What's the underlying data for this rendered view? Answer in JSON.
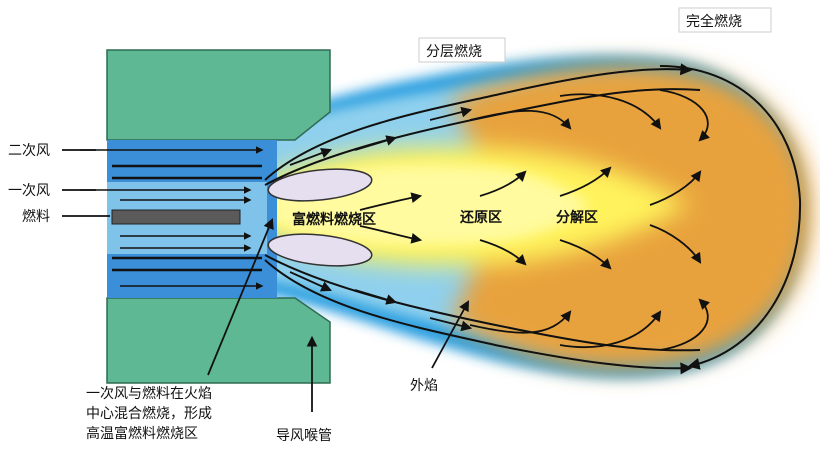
{
  "labels": {
    "secondary_air": "二次风",
    "primary_air": "一次风",
    "fuel": "燃料",
    "fuel_rich_zone": "富燃料燃烧区",
    "reduction_zone": "还原区",
    "decomposition_zone": "分解区",
    "staged_combustion": "分层燃烧",
    "complete_combustion": "完全燃烧",
    "outer_flame": "外焰",
    "throat": "导风喉管",
    "note_lines": [
      "一次风与燃料在火焰",
      "中心混合燃烧，形成",
      "高温富燃料燃烧区"
    ]
  },
  "colors": {
    "burner_body": "#5fb894",
    "outer_air": "#2a9fe0",
    "flame_yellow": "#fff35c",
    "flame_orange": "#e8a23c",
    "fuel_pipe": "#5a5a5a",
    "lobe_fill": "#e6dff0"
  }
}
